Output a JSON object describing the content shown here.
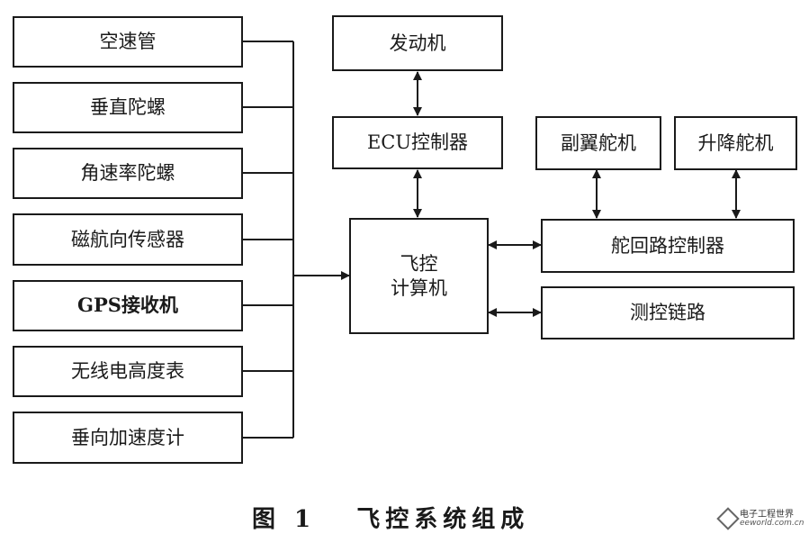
{
  "sensors": [
    {
      "id": "airspeed",
      "label": "空速管"
    },
    {
      "id": "vertical-gyro",
      "label": "垂直陀螺"
    },
    {
      "id": "rate-gyro",
      "label": "角速率陀螺"
    },
    {
      "id": "magnetic-heading",
      "label": "磁航向传感器"
    },
    {
      "id": "gps",
      "label": "GPS接收机"
    },
    {
      "id": "radio-altimeter",
      "label": "无线电高度表"
    },
    {
      "id": "accelerometer",
      "label": "垂向加速度计"
    }
  ],
  "engine": {
    "label": "发动机"
  },
  "ecu": {
    "label": "ECU控制器"
  },
  "fcc": {
    "line1": "飞控",
    "line2": "计算机"
  },
  "aileron": {
    "label": "副翼舵机"
  },
  "elevator": {
    "label": "升降舵机"
  },
  "servo_ctrl": {
    "label": "舵回路控制器"
  },
  "telemetry": {
    "label": "测控链路"
  },
  "caption": "图 1   飞控系统组成",
  "watermark": {
    "cn": "电子工程世界",
    "url": "eeworld.com.cn"
  }
}
